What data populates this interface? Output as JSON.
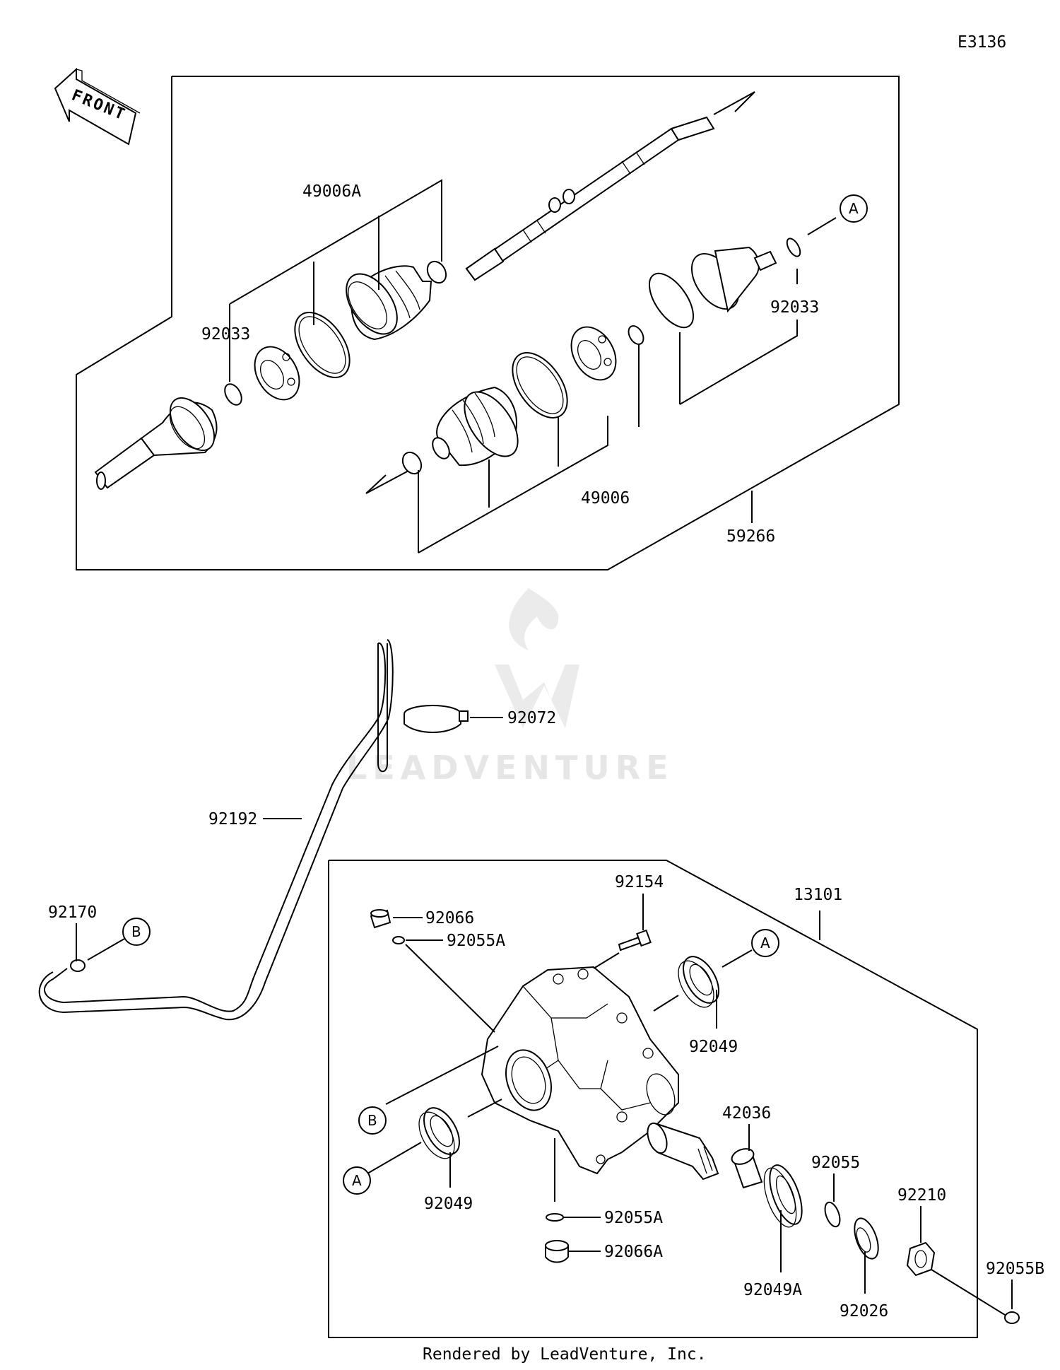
{
  "diagram_code": "E3136",
  "front_arrow_label": "FRONT",
  "footer": "Rendered by LeadVenture, Inc.",
  "watermark": "LEADVENTURE",
  "part_labels": {
    "p49006A": "49006A",
    "p92033_left": "92033",
    "p92033_right": "92033",
    "p49006": "49006",
    "p59266": "59266",
    "p92072": "92072",
    "p92192": "92192",
    "p92170": "92170",
    "p13101": "13101",
    "p92154": "92154",
    "p92066": "92066",
    "p92055A_top": "92055A",
    "p92049_upper": "92049",
    "p42036": "42036",
    "p92055": "92055",
    "p92210": "92210",
    "p92055B": "92055B",
    "p92049_lower": "92049",
    "p92055A_bottom": "92055A",
    "p92066A": "92066A",
    "p92049A": "92049A",
    "p92026": "92026"
  },
  "callouts": {
    "a_shaft": "A",
    "a_diff_right": "A",
    "a_diff_left": "A",
    "b_hose": "B",
    "b_diff": "B"
  }
}
